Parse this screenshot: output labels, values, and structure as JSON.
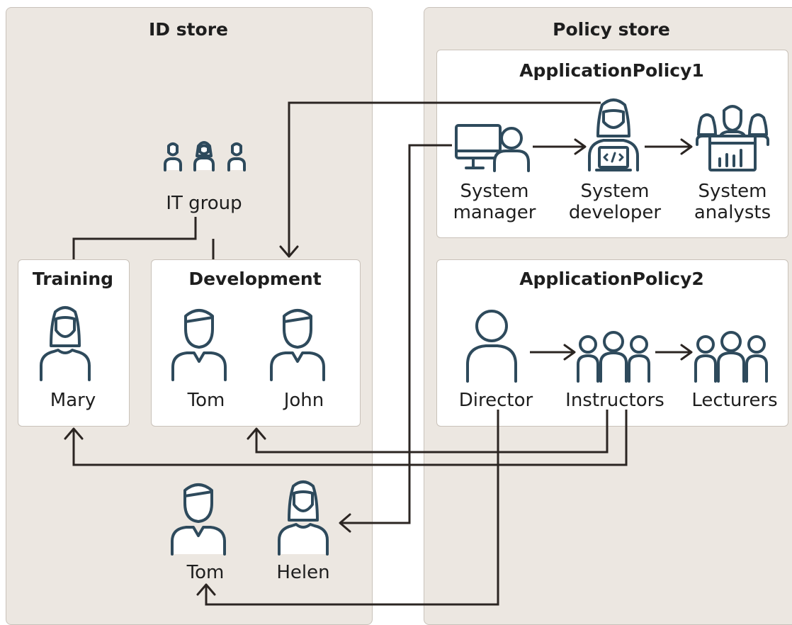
{
  "id_store": {
    "title": "ID store",
    "it_group_label": "IT group",
    "training": {
      "title": "Training",
      "members": [
        "Mary"
      ]
    },
    "development": {
      "title": "Development",
      "members": [
        "Tom",
        "John"
      ]
    },
    "users": [
      "Tom",
      "Helen"
    ]
  },
  "policy_store": {
    "title": "Policy store",
    "policy1": {
      "title": "ApplicationPolicy1",
      "roles": [
        {
          "line1": "System",
          "line2": "manager"
        },
        {
          "line1": "System",
          "line2": "developer"
        },
        {
          "line1": "System",
          "line2": "analysts"
        }
      ]
    },
    "policy2": {
      "title": "ApplicationPolicy2",
      "roles": [
        "Director",
        "Instructors",
        "Lecturers"
      ]
    }
  },
  "colors": {
    "panel": "#ece7e1",
    "icon": "#2e4a5c",
    "connector": "#2b2522"
  }
}
